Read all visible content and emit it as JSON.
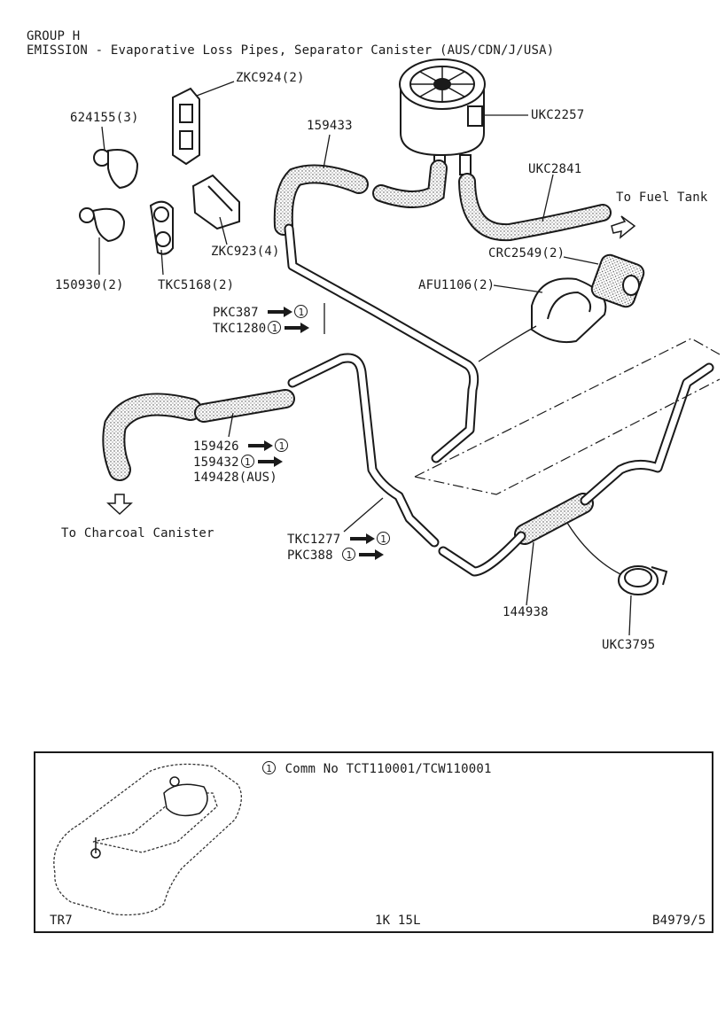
{
  "header": {
    "group": "GROUP H",
    "title": "EMISSION - Evaporative Loss Pipes, Separator Canister  (AUS/CDN/J/USA)"
  },
  "parts": {
    "zkc924": "ZKC924(2)",
    "p624155": "624155(3)",
    "p159433": "159433",
    "ukc2257": "UKC2257",
    "ukc2841": "UKC2841",
    "to_fuel_tank": "To Fuel Tank",
    "zkc923": "ZKC923(4)",
    "crc2549": "CRC2549(2)",
    "p150930": "150930(2)",
    "tkc5168": "TKC5168(2)",
    "afu1106": "AFU1106(2)",
    "pkc387": "PKC387",
    "tkc1280": "TKC1280",
    "p159426": "159426",
    "p159432": "159432",
    "p149428": "149428(AUS)",
    "to_charcoal": "To Charcoal Canister",
    "tkc1277": "TKC1277",
    "pkc388": "PKC388",
    "p144938": "144938",
    "ukc3795": "UKC3795"
  },
  "note_marker": "1",
  "footer": {
    "note": "Comm No TCT110001/TCW110001",
    "model": "TR7",
    "page_code": "1K 15L",
    "ref": "B4979/5"
  }
}
